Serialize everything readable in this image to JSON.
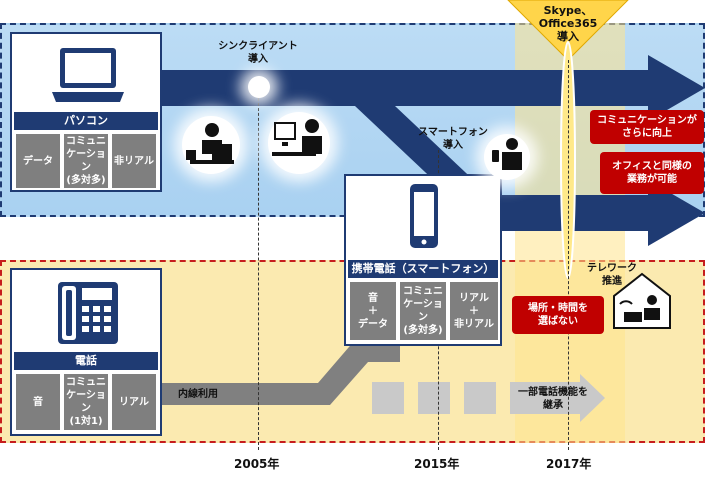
{
  "pc_section": {
    "title": "パソコン",
    "cells": [
      "データ",
      "コミュニ\nケーション\n(多対多)",
      "非リアル"
    ]
  },
  "phone_section": {
    "title": "電話",
    "cells": [
      "音",
      "コミュニ\nケーション\n(1対1)",
      "リアル"
    ]
  },
  "smartphone_section": {
    "title": "携帯電話（スマートフォン）",
    "cells": [
      "音\n＋\nデータ",
      "コミュニ\nケーション\n(多対多)",
      "リアル\n＋\n非リアル"
    ]
  },
  "labels": {
    "thin_client": "シンクライアント\n導入",
    "smartphone_intro": "スマートフォン\n導入",
    "skype": "Skype、\nOffice365\n導入",
    "telework": "テレワーク\n推進",
    "extension": "内線利用",
    "partial_phone": "一部電話機能を\n継承"
  },
  "callouts": {
    "comm_improve": "コミュニケーションが\nさらに向上",
    "office_same": "オフィスと同様の\n業務が可能",
    "place_time": "場所・時間を\n選ばない"
  },
  "years": [
    "2005年",
    "2015年",
    "2017年"
  ],
  "colors": {
    "navy": "#1f3b73",
    "pc_band": "#bcdcf5",
    "phone_band": "#fbeab0",
    "accent_red": "#c00000",
    "highlight_yellow": "#ffd54a",
    "gray_cell": "#7f7f7f"
  },
  "icons": [
    "laptop-icon",
    "desk-phone-icon",
    "smartphone-icon",
    "desktop-worker-icon",
    "meeting-worker-icon",
    "mobile-worker-icon",
    "home-telework-icon"
  ]
}
